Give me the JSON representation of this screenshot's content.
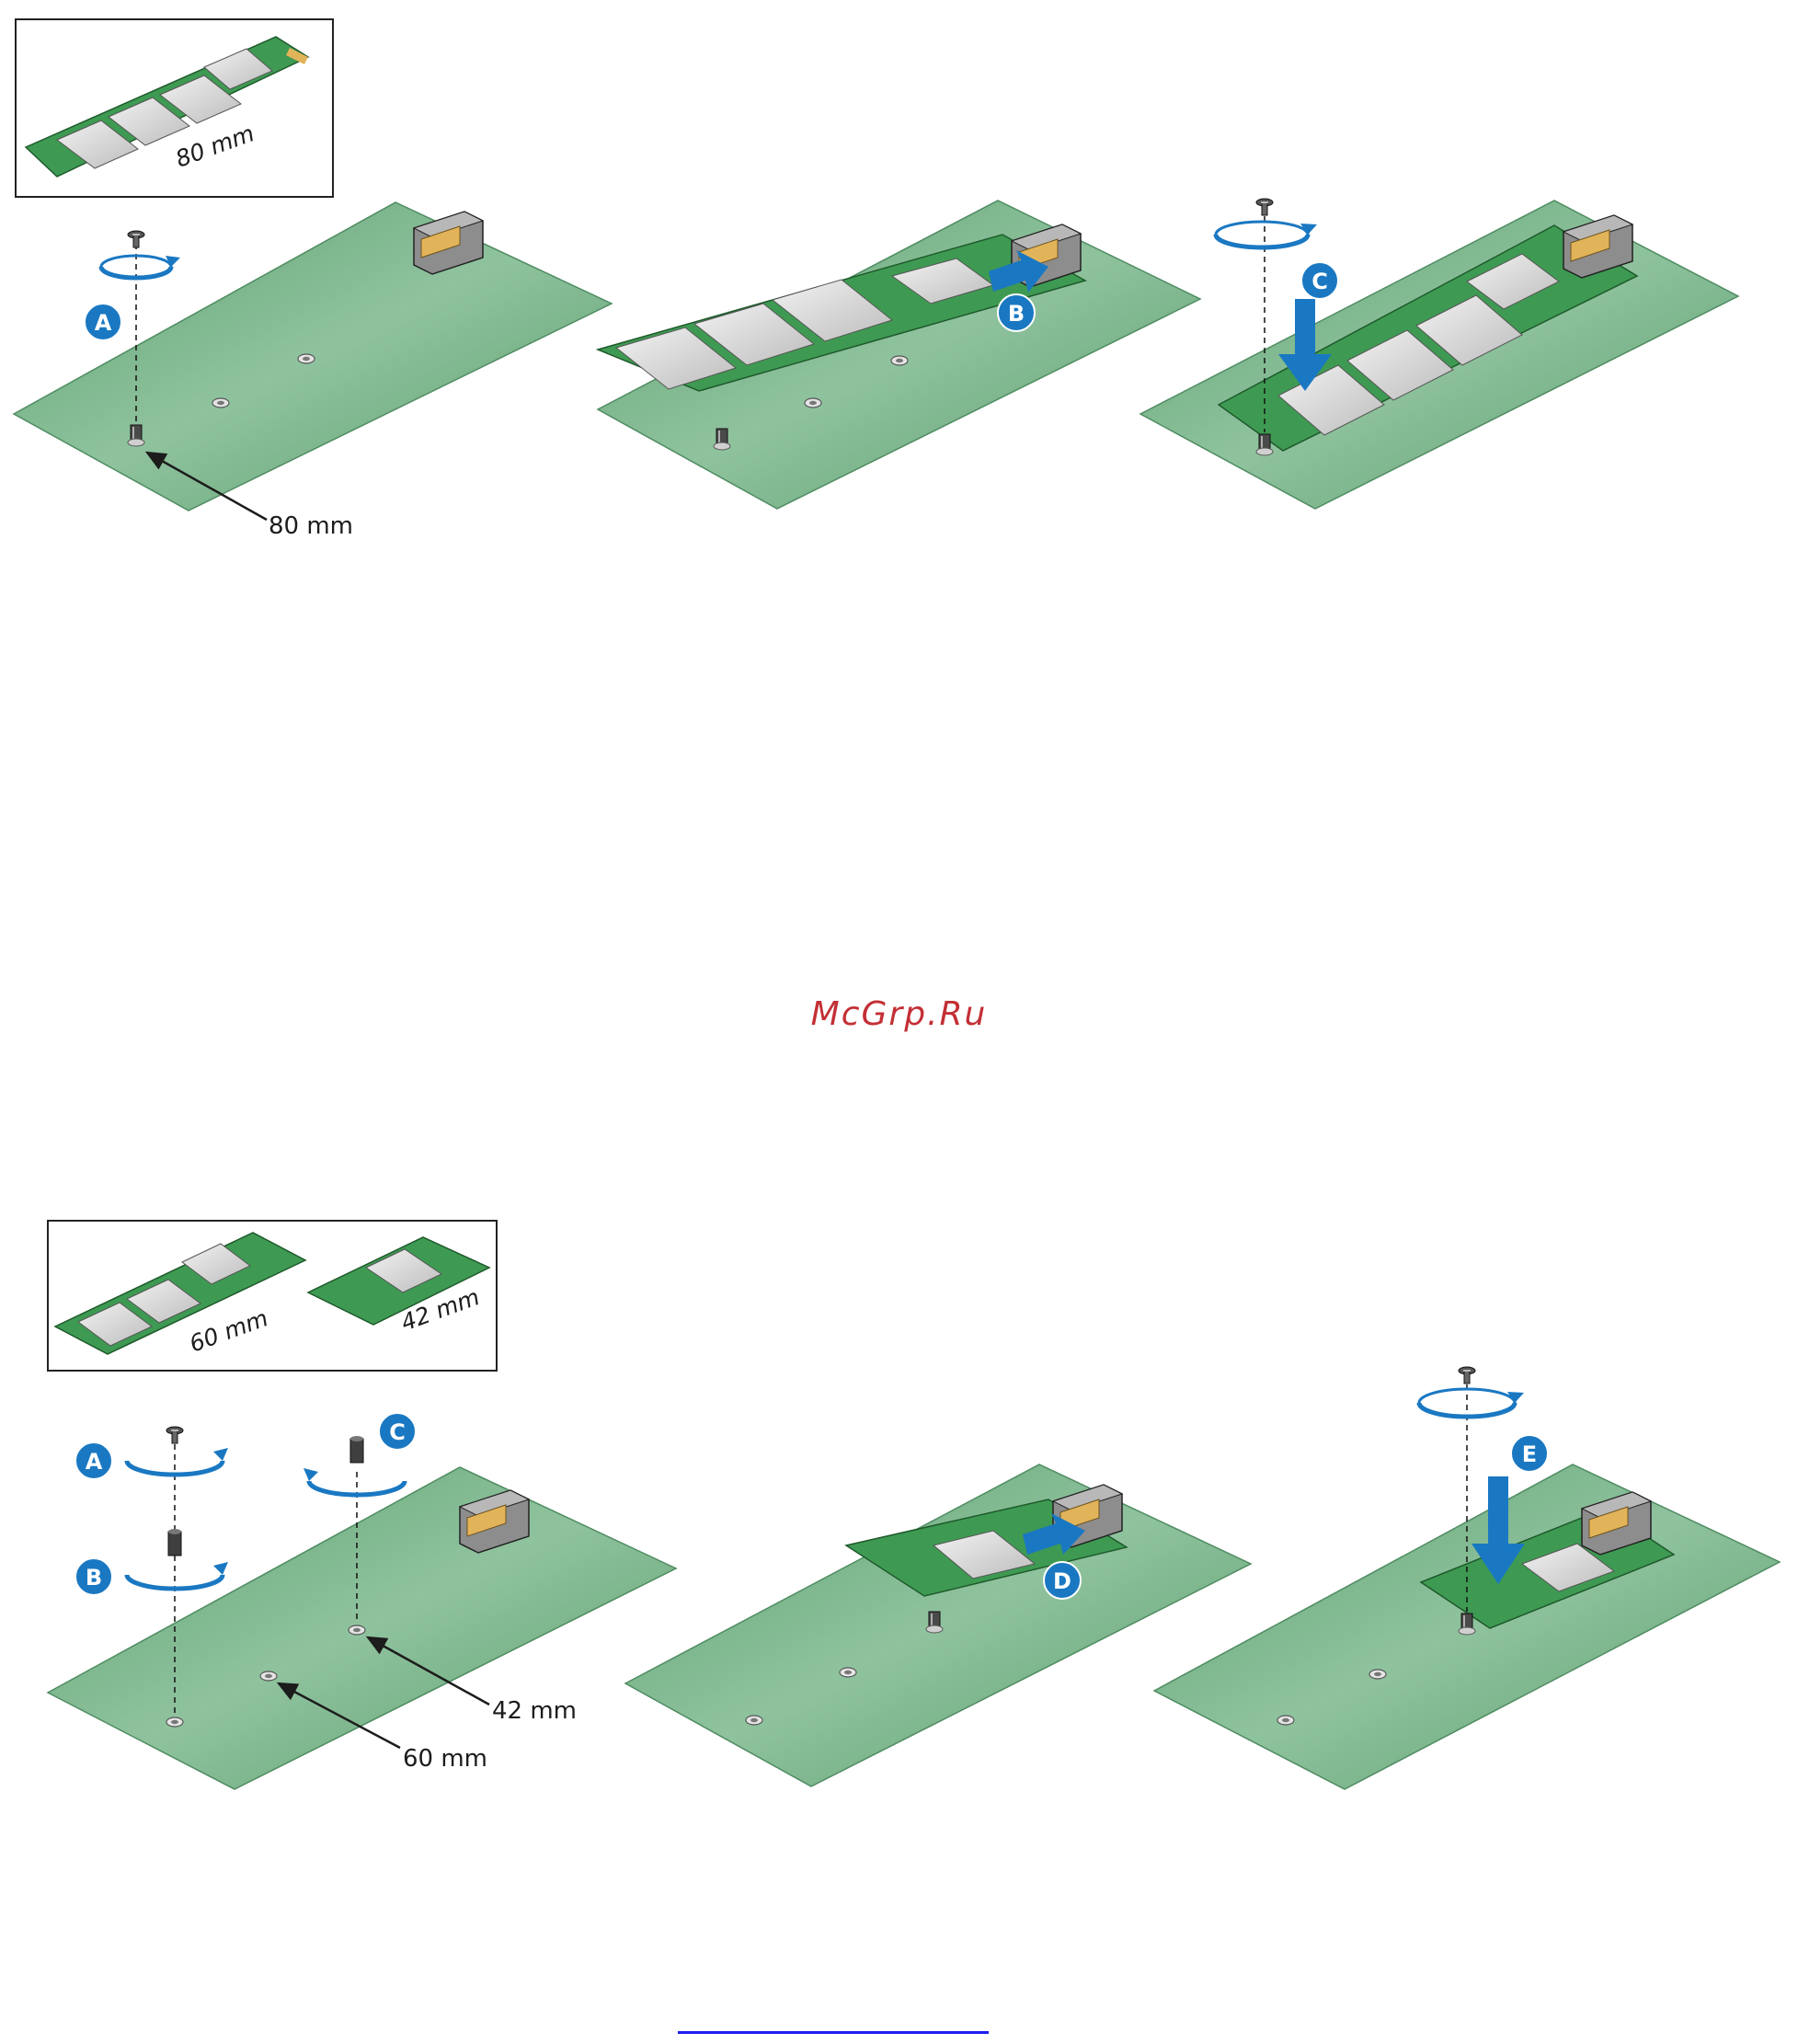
{
  "watermark": "McGrp.Ru",
  "colors": {
    "board": "#6aa97c",
    "board_edge": "#4f8c62",
    "card": "#3e9a52",
    "chip": "#dcdcdc",
    "connector": "#9a9a9a",
    "accent": "#1a78c2",
    "watermark": "#c32f35",
    "link": "#1d1df0"
  },
  "figure_top": {
    "inset_label": "80 mm",
    "callout_label": "80 mm",
    "steps": [
      "A",
      "B",
      "C"
    ]
  },
  "figure_bottom": {
    "inset_labels": [
      "60 mm",
      "42 mm"
    ],
    "callout_labels": [
      "42 mm",
      "60 mm"
    ],
    "steps": [
      "A",
      "B",
      "C",
      "D",
      "E"
    ]
  }
}
